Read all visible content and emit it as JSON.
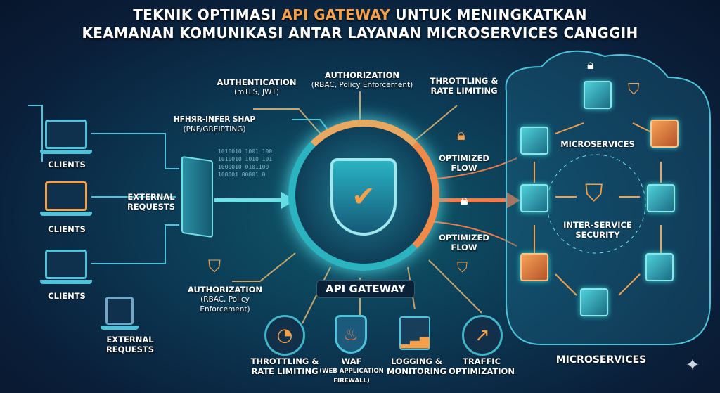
{
  "title": {
    "line1_pre": "TEKNIK OPTIMASI ",
    "line1_accent": "API GATEWAY",
    "line1_post": " UNTUK MENINGKATKAN",
    "line2": "KEAMANAN KOMUNIKASI ANTAR LAYANAN MICROSERVICES CANGGIH"
  },
  "clients": [
    {
      "label": "CLIENTS"
    },
    {
      "label": "CLIENTS"
    },
    {
      "label": "CLIENTS"
    }
  ],
  "external_requests": [
    "EXTERNAL REQUESTS",
    "EXTERNAL REQUESTS"
  ],
  "callouts": {
    "authentication": {
      "title": "AUTHENTICATION",
      "sub": "(mTLS, JWT)"
    },
    "authorization_top": {
      "title": "AUTHORIZATION",
      "sub": "(RBAC, Policy Enforcement)"
    },
    "throttling_top": {
      "title": "THROTTLING &",
      "sub": "RATE LIMITING"
    },
    "shap": {
      "title": "HFHЯR-INFER SHAP",
      "sub": "(PNF/GREIPTING)"
    },
    "authorization_bottom": {
      "title": "AUTHORIZATION",
      "sub": "(RBAC, Policy Enforcement)"
    }
  },
  "binary_stream": "1010010 1001 100\n1010010 1010 101\n1000010 0101100\n100001 00001 0",
  "gateway_label": "API GATEWAY",
  "optimized_flow": [
    "OPTIMIZED FLOW",
    "OPTIMIZED FLOW"
  ],
  "features": [
    {
      "icon": "speedometer-icon",
      "line1": "THROTTLING &",
      "line2": "RATE LIMITING"
    },
    {
      "icon": "firewall-shield-icon",
      "line1": "WAF",
      "line2": "(WEB APPLICATION FIREWALL)"
    },
    {
      "icon": "monitoring-icon",
      "line1": "LOGGING &",
      "line2": "MONITORING"
    },
    {
      "icon": "growth-chart-icon",
      "line1": "TRAFFIC",
      "line2": "OPTIMIZATION"
    }
  ],
  "microservices": {
    "top_label": "MICROSERVICES",
    "center_label": "INTER-SERVICE SECURITY",
    "bottom_label": "MICROSERVICES"
  },
  "colors": {
    "accent": "#f5a04a",
    "teal": "#4fc3d9",
    "bg": "#0a1f3a"
  }
}
